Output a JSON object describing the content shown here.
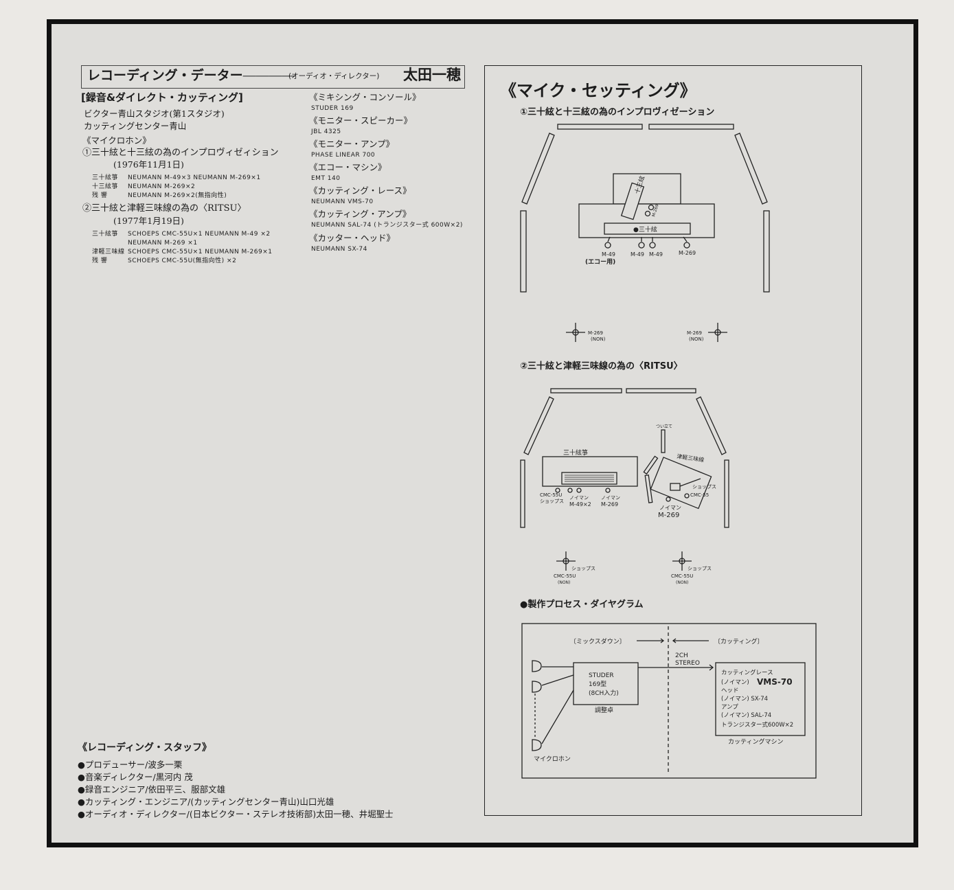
{
  "recording_data": {
    "title": "レコーディング・データー",
    "dash": "――――",
    "director_role": "(オーディオ・ディレクター)",
    "director_name": "太田一穂",
    "section": "[録音&ダイレクト・カッティング]",
    "studio": "ビクター青山スタジオ(第1スタジオ)",
    "cutting_center": "カッティングセンター青山",
    "mic_heading": "《マイクロホン》",
    "piece1": {
      "title": "①三十絃と十三絃の為のインプロヴィゼィション",
      "date": "(1976年11月1日)",
      "rows": [
        {
          "inst": "三十絃箏",
          "mics": "NEUMANN M-49×3 NEUMANN M-269×1"
        },
        {
          "inst": "十三絃箏",
          "mics": "NEUMANN M-269×2"
        },
        {
          "inst": "残 響",
          "mics": "NEUMANN M-269×2(無指向性)"
        }
      ]
    },
    "piece2": {
      "title": "②三十絃と津軽三味線の為の〈RITSU〉",
      "date": "(1977年1月19日)",
      "rows": [
        {
          "inst": "三十絃箏",
          "mics": "SCHOEPS CMC-55U×1 NEUMANN M-49 ×2"
        },
        {
          "inst": "",
          "mics": "NEUMANN M-269 ×1"
        },
        {
          "inst": "津軽三味線",
          "mics": "SCHOEPS CMC-55U×1 NEUMANN M-269×1"
        },
        {
          "inst": "残 響",
          "mics": "SCHOEPS CMC-55U(無指向性) ×2"
        }
      ]
    },
    "equipment": [
      {
        "label": "《ミキシング・コンソール》",
        "value": "STUDER 169"
      },
      {
        "label": "《モニター・スピーカー》",
        "value": "JBL 4325"
      },
      {
        "label": "《モニター・アンプ》",
        "value": "PHASE LINEAR 700"
      },
      {
        "label": "《エコー・マシン》",
        "value": "EMT 140"
      },
      {
        "label": "《カッティング・レース》",
        "value": "NEUMANN VMS-70"
      },
      {
        "label": "《カッティング・アンプ》",
        "value": "NEUMANN SAL-74 (トランジスター式 600W×2)"
      },
      {
        "label": "《カッター・ヘッド》",
        "value": "NEUMANN SX-74"
      }
    ]
  },
  "staff": {
    "heading": "《レコーディング・スタッフ》",
    "items": [
      "●プロデューサー/波多一栗",
      "●音楽ディレクター/黒河内 茂",
      "●録音エンジニア/依田平三、服部文雄",
      "●カッティング・エンジニア/(カッティングセンター青山)山口光雄",
      "●オーディオ・ディレクター/(日本ビクター・ステレオ技術部)太田一穂、井堀聖士"
    ]
  },
  "mic_setting": {
    "heading": "《マイク・セッティング》",
    "d1": {
      "title": "①三十絃と十三絃の為のインプロヴィゼーション",
      "jusangen": "十三絃",
      "sanjugen": "●三十絃",
      "m269_small": "M-269",
      "mics": [
        "M-49",
        "M-49",
        "M-49",
        "M-269"
      ],
      "echo": "(エコー用)",
      "amb": "M-269",
      "non": "(NON)"
    },
    "d2": {
      "title": "②三十絃と津軽三味線の為の〈RITSU〉",
      "koto": "三十絃箏",
      "tsuitate": "つい立て",
      "tsugaru": "津軽三味線",
      "cmc55u": "CMC-55U",
      "schoeps": "ショップス",
      "neumann": "ノイマン",
      "m49x2": "M-49×2",
      "m269": "M-269",
      "cmc55": "CMC-55",
      "non": "(NON)"
    },
    "d3": {
      "title": "●製作プロセス・ダイヤグラム",
      "mixdown": "〔ミックスダウン〕",
      "cutting": "〔カッティング〕",
      "stereo1": "2CH",
      "stereo2": "STEREO",
      "studer": [
        "STUDER",
        "169型",
        "(8CH入力)"
      ],
      "console": "調整卓",
      "mic": "マイクロホン",
      "machine": [
        "カッティングレース",
        "(ノイマン)",
        "VMS-70",
        "ヘッド",
        "(ノイマン) SX-74",
        "アンプ",
        "(ノイマン) SAL-74",
        "トランジスター式600W×2"
      ],
      "machine_label": "カッティングマシン"
    }
  }
}
